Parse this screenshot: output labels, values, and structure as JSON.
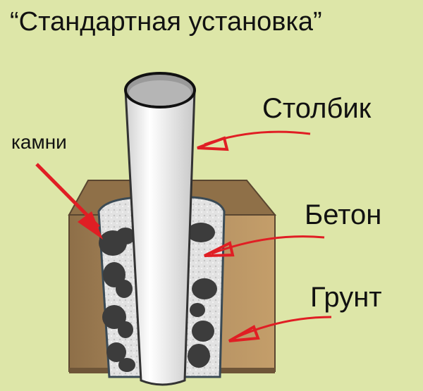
{
  "title": "“Стандартная установка”",
  "labels": {
    "post": "Столбик",
    "concrete": "Бетон",
    "soil": "Грунт",
    "stones": "камни"
  },
  "colors": {
    "background": "#dde6a8",
    "soil": "#a8865a",
    "soil_top": "#94744a",
    "concrete": "#e4e4e4",
    "stone": "#3e3e3e",
    "post": "#f2f2f2",
    "arrow": "#e01e24"
  }
}
